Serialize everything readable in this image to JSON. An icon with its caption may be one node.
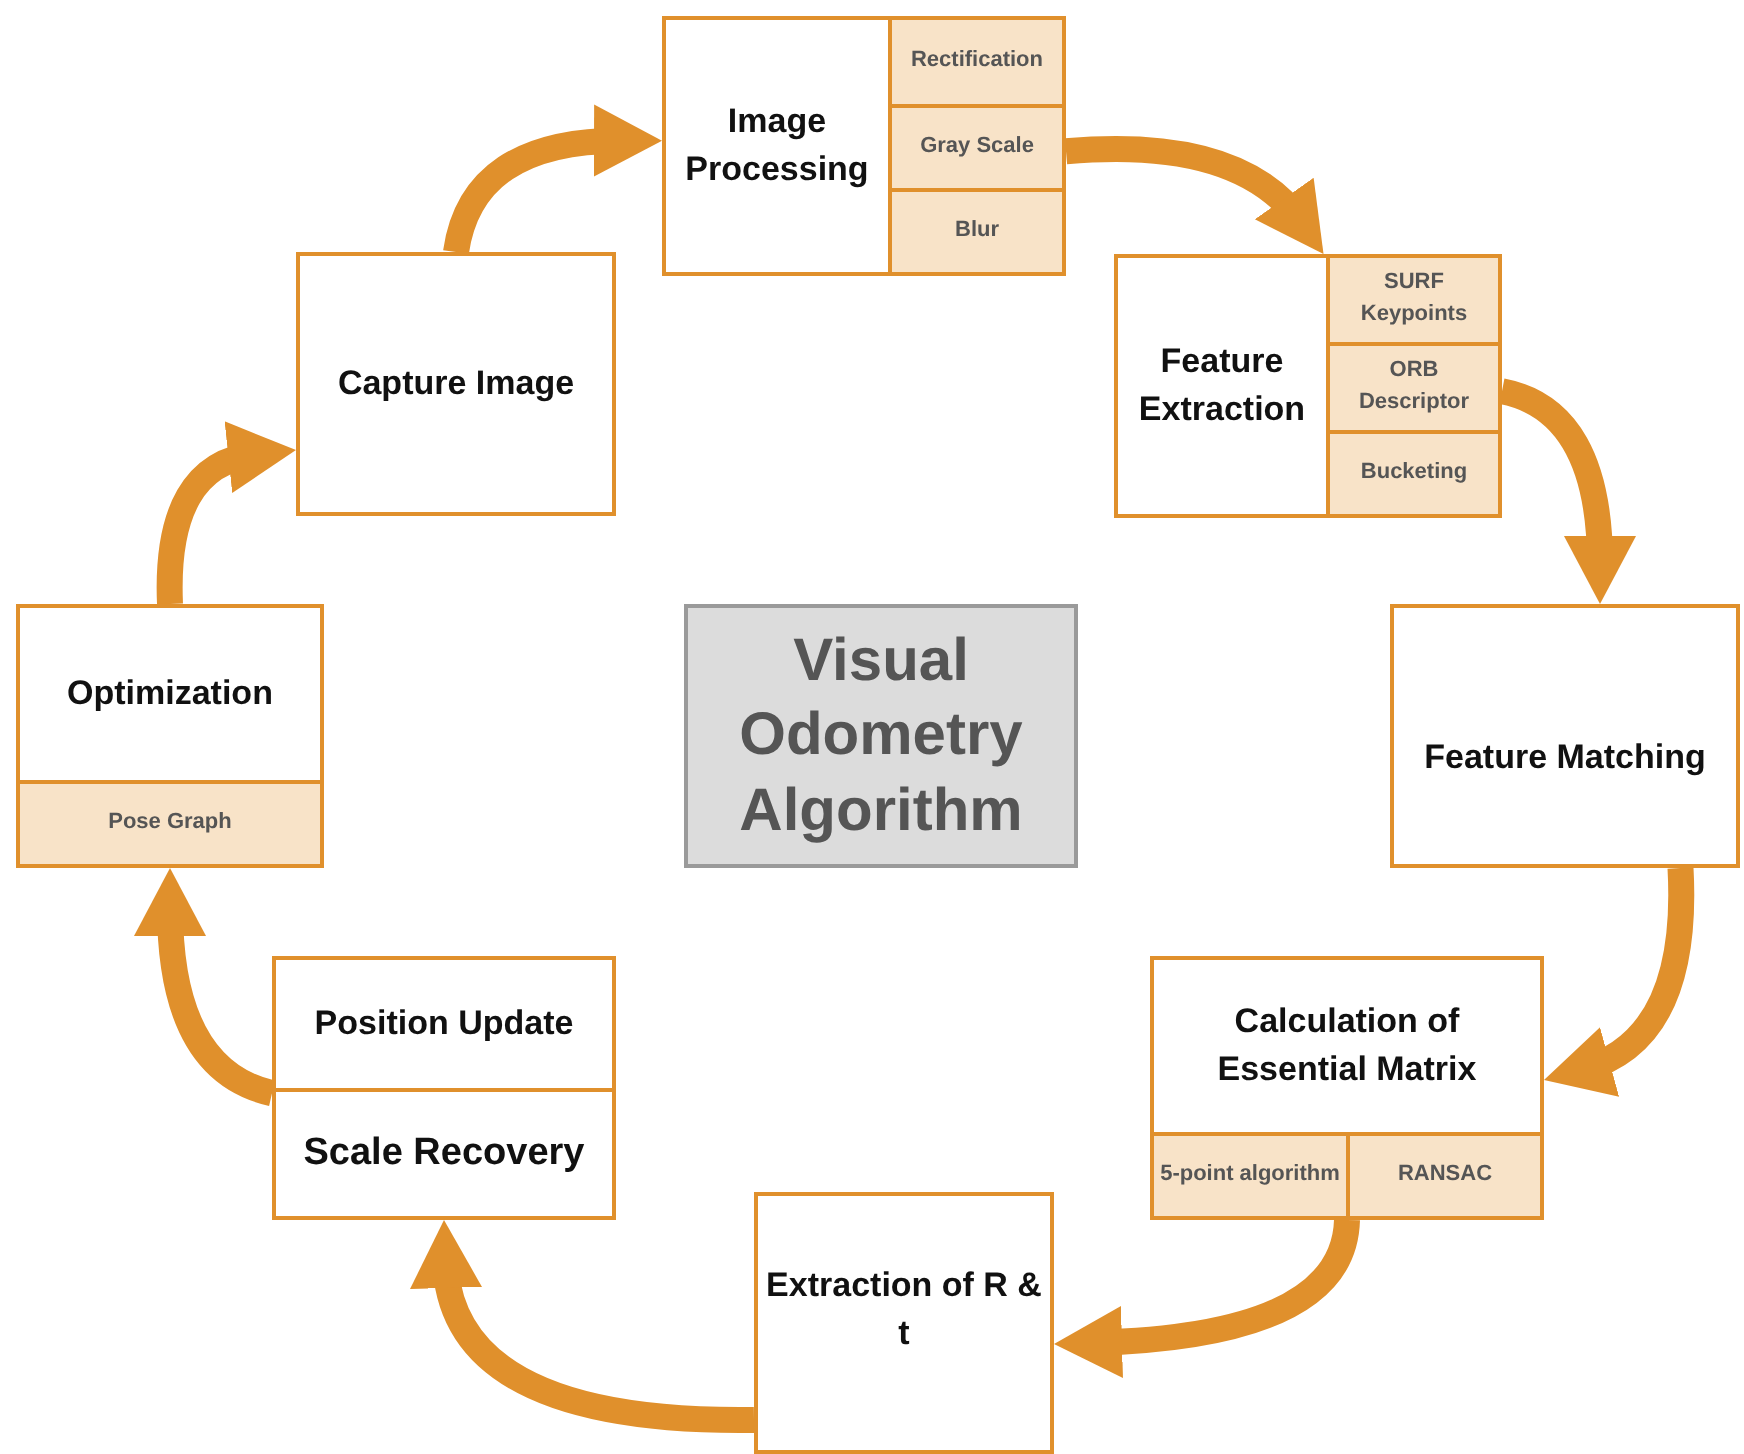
{
  "diagram": {
    "nodes": [
      {
        "text": [
          "Image Processing"
        ]
      },
      {
        "text": [
          "Rectification"
        ],
        "in": 0
      },
      {
        "text": [
          "Gray Scale"
        ],
        "in": 0
      },
      {
        "text": [
          "Blur"
        ],
        "in": 0
      },
      {
        "text": [
          "Capture Image"
        ]
      },
      {
        "text": [
          "Feature Extraction"
        ]
      },
      {
        "text": [
          "SURF Keypoints"
        ],
        "in": 5
      },
      {
        "text": [
          "ORB Descriptor"
        ],
        "in": 5
      },
      {
        "text": [
          "Bucketing"
        ],
        "in": 5
      },
      {
        "text": [
          "Visual Odometry Algorithm"
        ]
      },
      {
        "text": [
          "Optimization"
        ]
      },
      {
        "text": [
          "Pose Graph"
        ],
        "in": 10
      },
      {
        "text": [
          "Feature Matching"
        ]
      },
      {
        "text": [
          "Calculation of Essential Matrix"
        ]
      },
      {
        "text": [
          "5-point algorithm"
        ],
        "in": 13
      },
      {
        "text": [
          "RANSAC"
        ],
        "in": 13
      },
      {
        "text": [
          "Position Update"
        ]
      },
      {
        "text": [
          "Scale Recovery"
        ],
        "in": 16
      },
      {
        "text": [
          "Extraction of R & t"
        ]
      }
    ],
    "edges": [
      {
        "from": 4,
        "to": 0,
        "arrow": "to"
      },
      {
        "from": 0,
        "to": 5,
        "arrow": "to"
      },
      {
        "from": 5,
        "to": 12,
        "arrow": "to"
      },
      {
        "from": 12,
        "to": 13,
        "arrow": "to"
      },
      {
        "from": 13,
        "to": 18,
        "arrow": "to"
      },
      {
        "from": 18,
        "to": 16,
        "arrow": "to"
      },
      {
        "from": 16,
        "to": 10,
        "arrow": "to"
      },
      {
        "from": 10,
        "to": 4,
        "arrow": "to"
      }
    ]
  }
}
